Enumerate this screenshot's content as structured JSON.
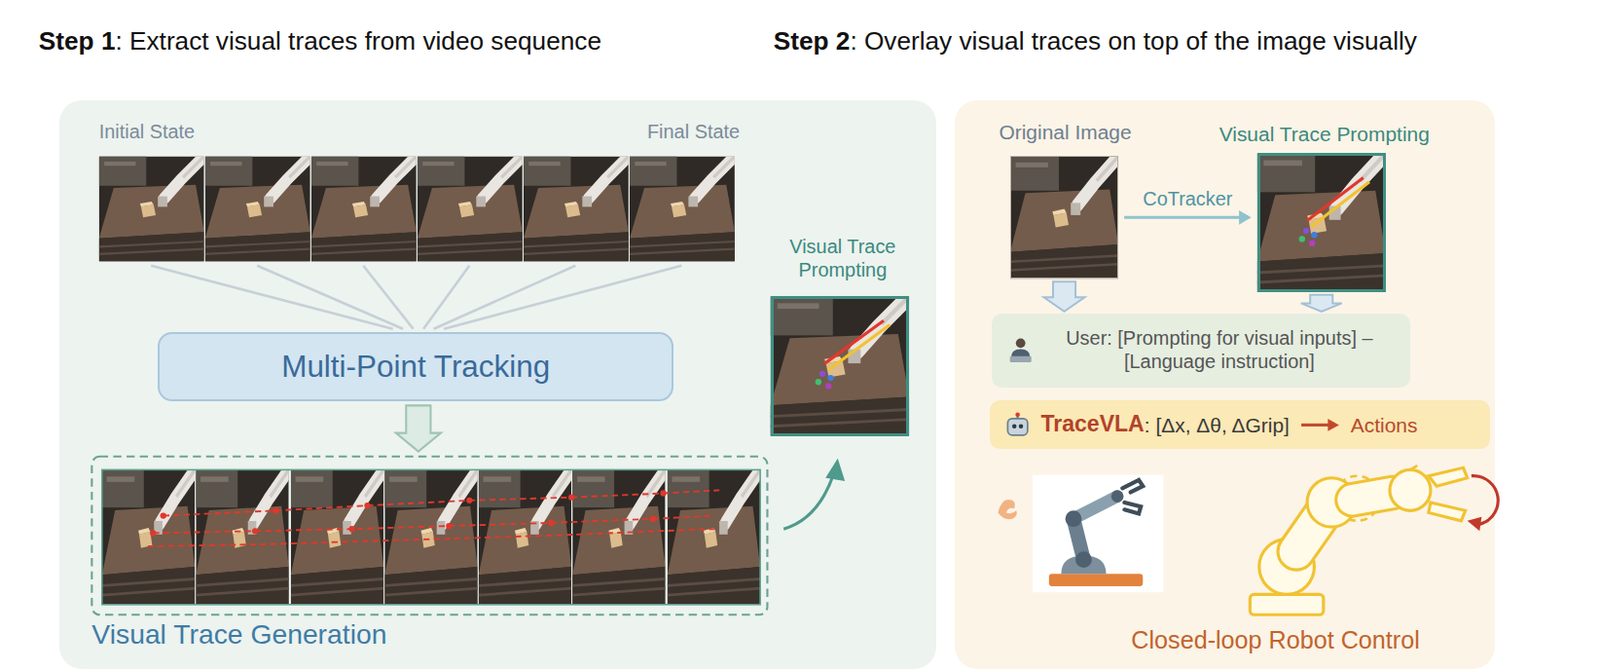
{
  "diagram": {
    "nodes": [
      {
        "text": [
          "Visual Trace Generation"
        ]
      },
      {
        "text": [
          "Multi-Point Tracking"
        ],
        "in": 0
      },
      {
        "text": [
          "Visual Trace Prompting"
        ],
        "in": 0
      },
      {
        "text": [
          "Closed-loop Robot Control"
        ]
      },
      {
        "text": [
          "Original Image"
        ],
        "in": 3
      },
      {
        "text": [
          "Visual Trace Prompting"
        ],
        "in": 3
      },
      {
        "text": [
          "User: [Prompting for visual inputs] – [Language instruction]"
        ],
        "in": 3
      },
      {
        "text": [
          "TraceVLA",
          ": [Δx, Δθ, ΔGrip]",
          "Actions"
        ],
        "in": 3
      }
    ],
    "edges": [
      {
        "from": 4,
        "to": 5,
        "label": "CoTracker",
        "arrow": "to"
      },
      {
        "from": 4,
        "to": 6,
        "arrow": "to"
      },
      {
        "from": 5,
        "to": 6,
        "arrow": "to"
      }
    ],
    "labels": [
      "Step 1",
      ": Extract visual traces from video sequence",
      "Step 2",
      ": Overlay visual traces on top of the image visually",
      "Initial State",
      "Final State"
    ]
  }
}
